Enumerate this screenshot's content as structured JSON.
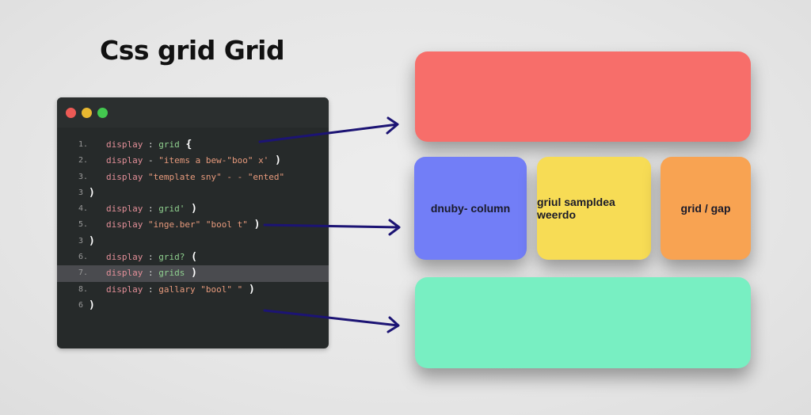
{
  "title": "Css grid Grid",
  "editor": {
    "window_controls": [
      {
        "name": "close",
        "color": "#ec5a55"
      },
      {
        "name": "minimize",
        "color": "#e8b830"
      },
      {
        "name": "maximize",
        "color": "#43c94f"
      }
    ],
    "lines": [
      {
        "num": "1.",
        "prop": "display",
        "sep": " : ",
        "value": "grid",
        "value_color": "green",
        "end": " {",
        "highlighted": false
      },
      {
        "num": "2.",
        "prop": "display",
        "sep": " - ",
        "value": "\"items a bew-\"boo\" x'",
        "value_color": "orange",
        "end": " )",
        "highlighted": false
      },
      {
        "num": "3.",
        "prop": "display",
        "sep": " ",
        "value": "\"template sny\" - - \"ented\"",
        "value_color": "orange",
        "end": "",
        "highlighted": false
      },
      {
        "num": "3",
        "close": ")"
      },
      {
        "num": "4.",
        "prop": "display",
        "sep": " : ",
        "value": "grid'",
        "value_color": "green",
        "end": " )",
        "highlighted": false
      },
      {
        "num": "5.",
        "prop": "display",
        "sep": " ",
        "value": "\"inge.ber\" \"bool t\"",
        "value_color": "orange",
        "end": " )",
        "highlighted": false
      },
      {
        "num": "3",
        "close": ")"
      },
      {
        "num": "6.",
        "prop": "display",
        "sep": " : ",
        "value": "grid?",
        "value_color": "green",
        "end": " (",
        "highlighted": false
      },
      {
        "num": "7.",
        "prop": "display",
        "sep": " : ",
        "value": "grids",
        "value_color": "green",
        "end": " )",
        "highlighted": true
      },
      {
        "num": "8.",
        "prop": "display",
        "sep": " : ",
        "value": "gallary \"bool\" \"",
        "value_color": "orange",
        "end": " )",
        "highlighted": false
      },
      {
        "num": "6",
        "close": ")"
      }
    ]
  },
  "boxes": {
    "top": {
      "label": "",
      "color": "#f76e6a"
    },
    "col1": {
      "label": "dnuby- column",
      "color": "#727ef7"
    },
    "col2": {
      "label": "griul sampldea weerdo",
      "color": "#f7dc55"
    },
    "col3": {
      "label": "grid / gap",
      "color": "#f8a352"
    },
    "bottom": {
      "label": "",
      "color": "#78efc2"
    }
  },
  "arrow_color": "#1c1474"
}
